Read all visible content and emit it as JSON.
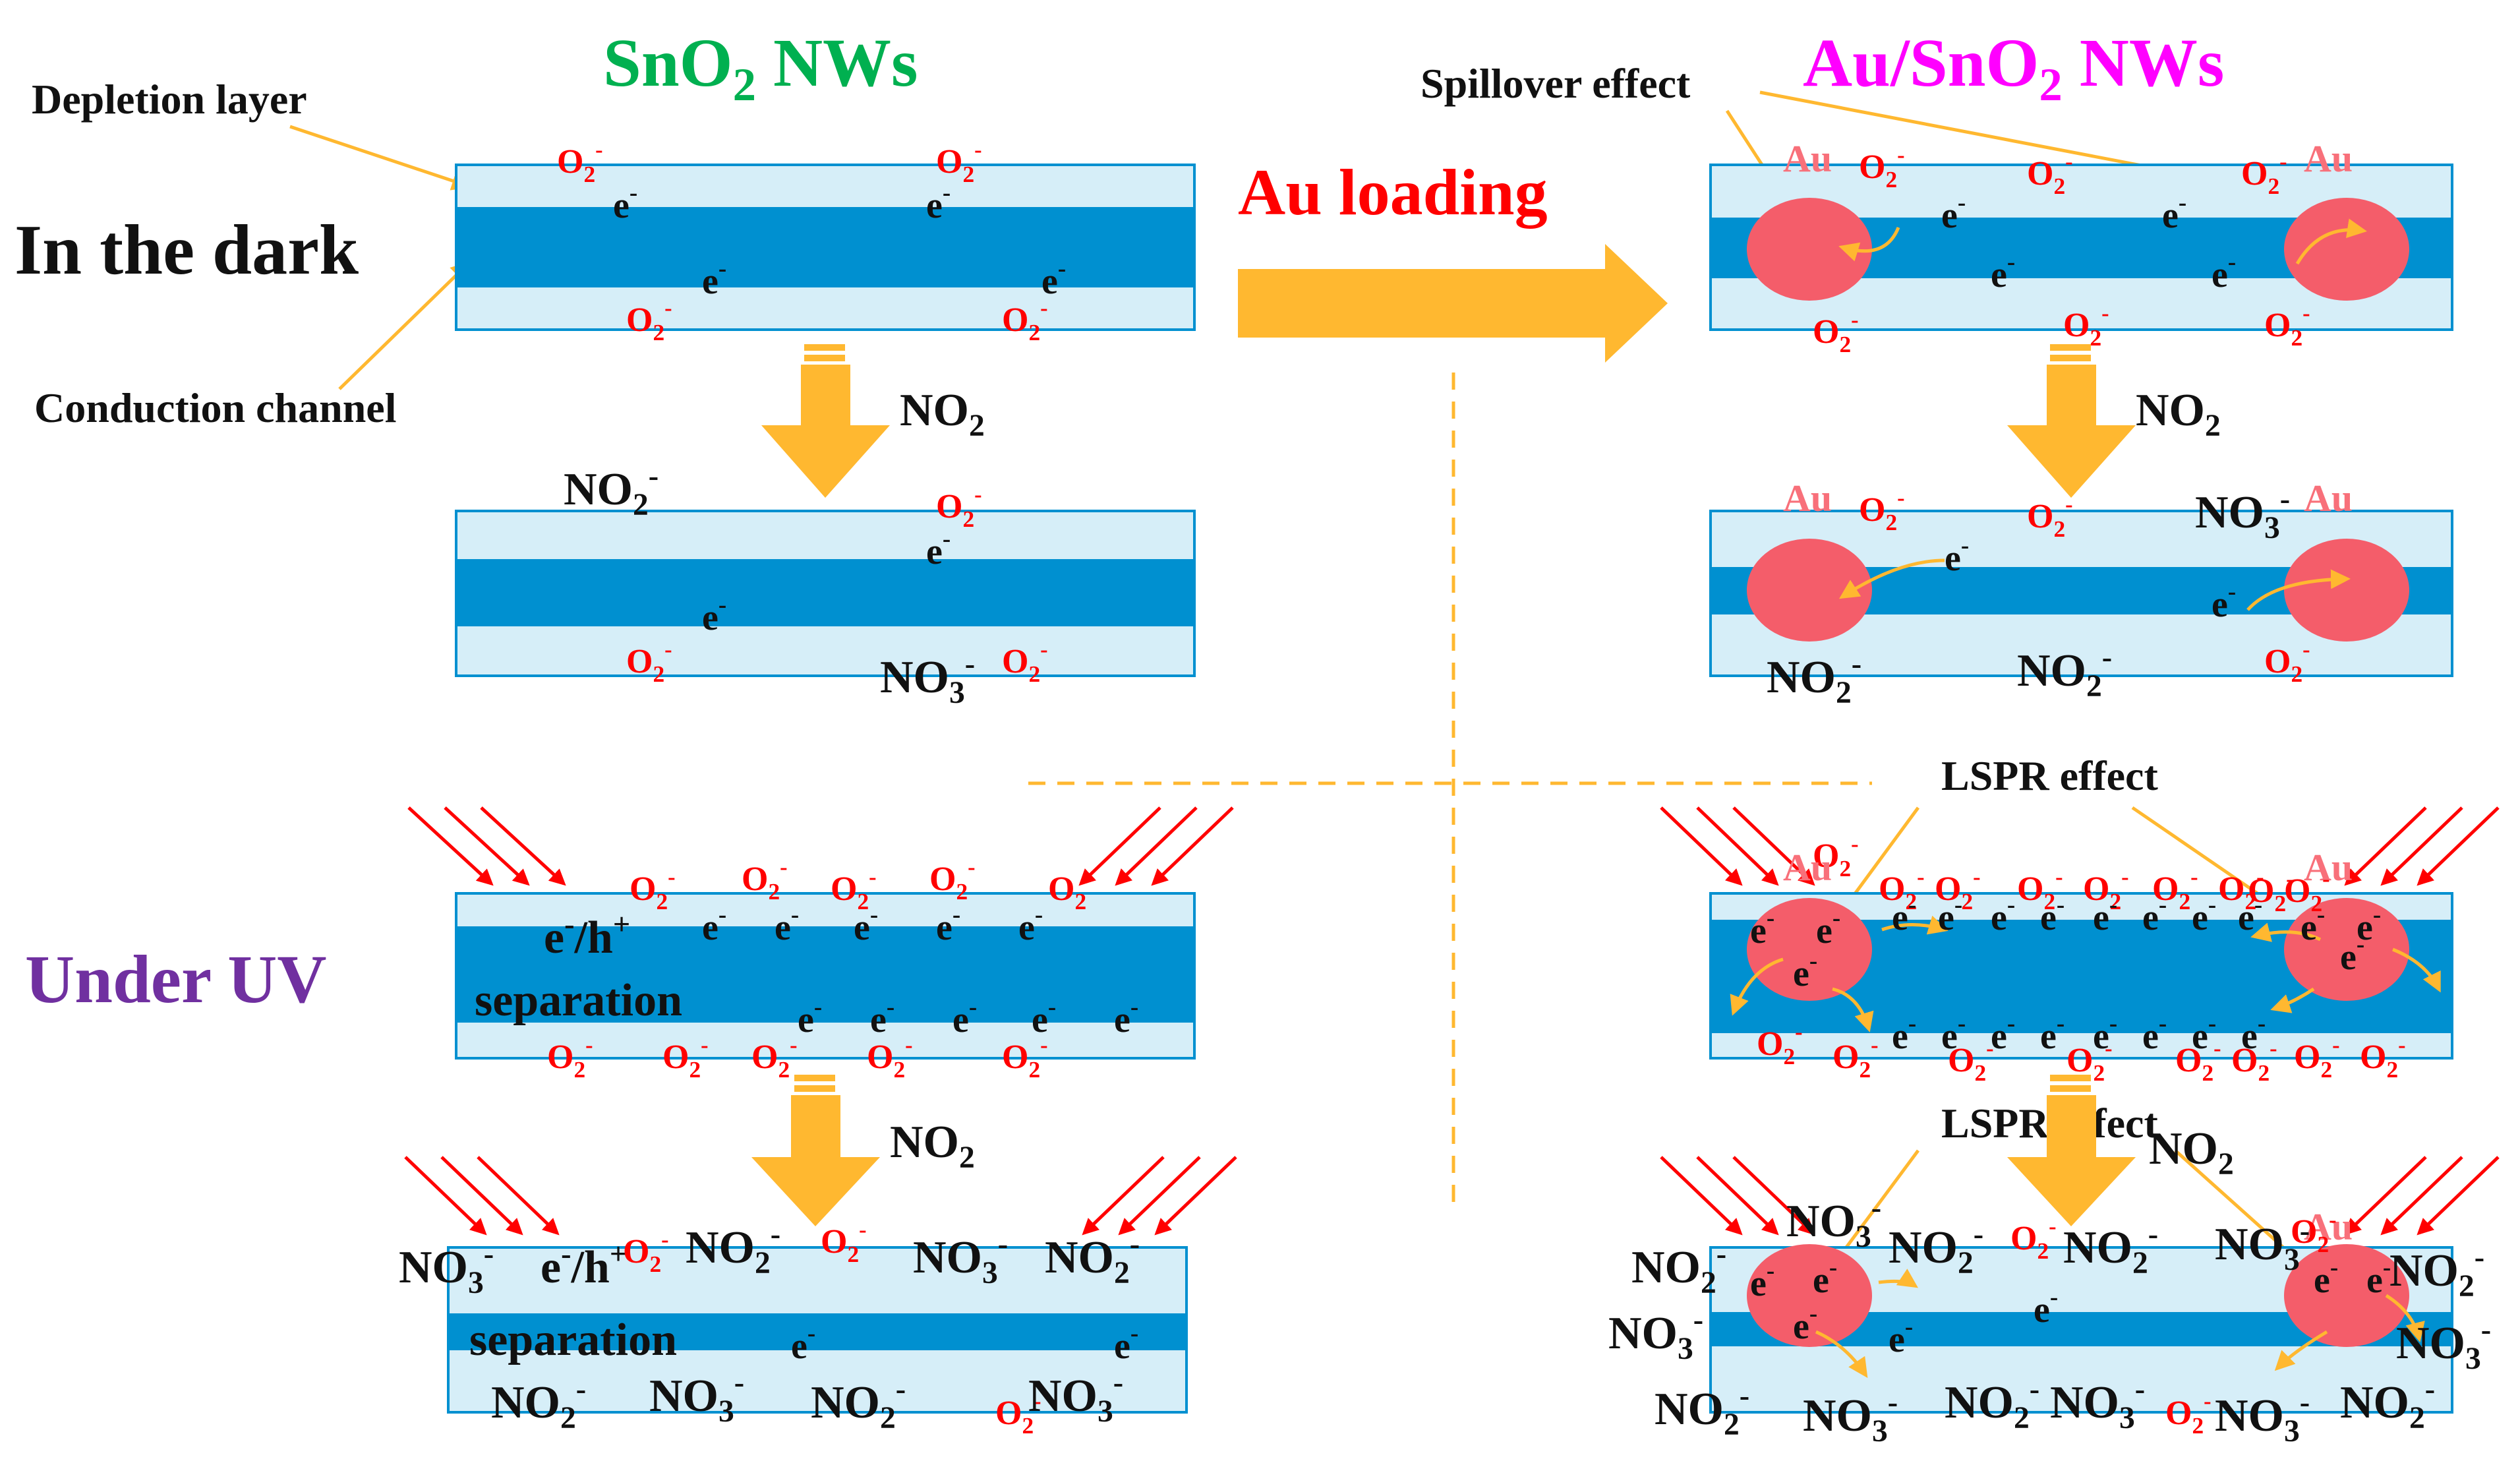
{
  "headings": {
    "left_title": "SnO",
    "left_title_sub": "2",
    "left_title_tail": " NWs",
    "right_title": "Au/SnO",
    "right_title_sub": "2",
    "right_title_tail": " NWs",
    "in_the_dark": "In the dark",
    "under_uv": "Under UV",
    "au_loading": "Au loading"
  },
  "labels": {
    "depletion_layer": "Depletion layer",
    "conduction_channel": "Conduction channel",
    "spillover_effect": "Spillover effect",
    "lspr_effect": "LSPR effect",
    "separation": "separation",
    "eh_pair": "e",
    "eh_sup1": "-",
    "eh_mid": "/h",
    "eh_sup2": "+"
  },
  "species": {
    "no2_main": "NO",
    "no2_sub": "2",
    "no2_minus": "NO",
    "no2_minus_sub": "2",
    "no2_minus_sup": "-",
    "no3_minus": "NO",
    "no3_minus_sub": "3",
    "no3_minus_sup": "-",
    "o2_minus": "O",
    "o2_minus_sub": "2",
    "o2_minus_sup": "-",
    "electron": "e",
    "electron_sup": "-",
    "au": "Au"
  },
  "colors": {
    "title_green": "#00b050",
    "title_magenta": "#ff00ff",
    "uv_purple": "#7030a0",
    "red": "#ff0000",
    "depletion_fill": "#d6eef8",
    "channel_fill": "#0090d0",
    "arrow_orange": "#ffb830",
    "au_particle": "#f45d6a",
    "dashed_divider": "#ffb830"
  }
}
